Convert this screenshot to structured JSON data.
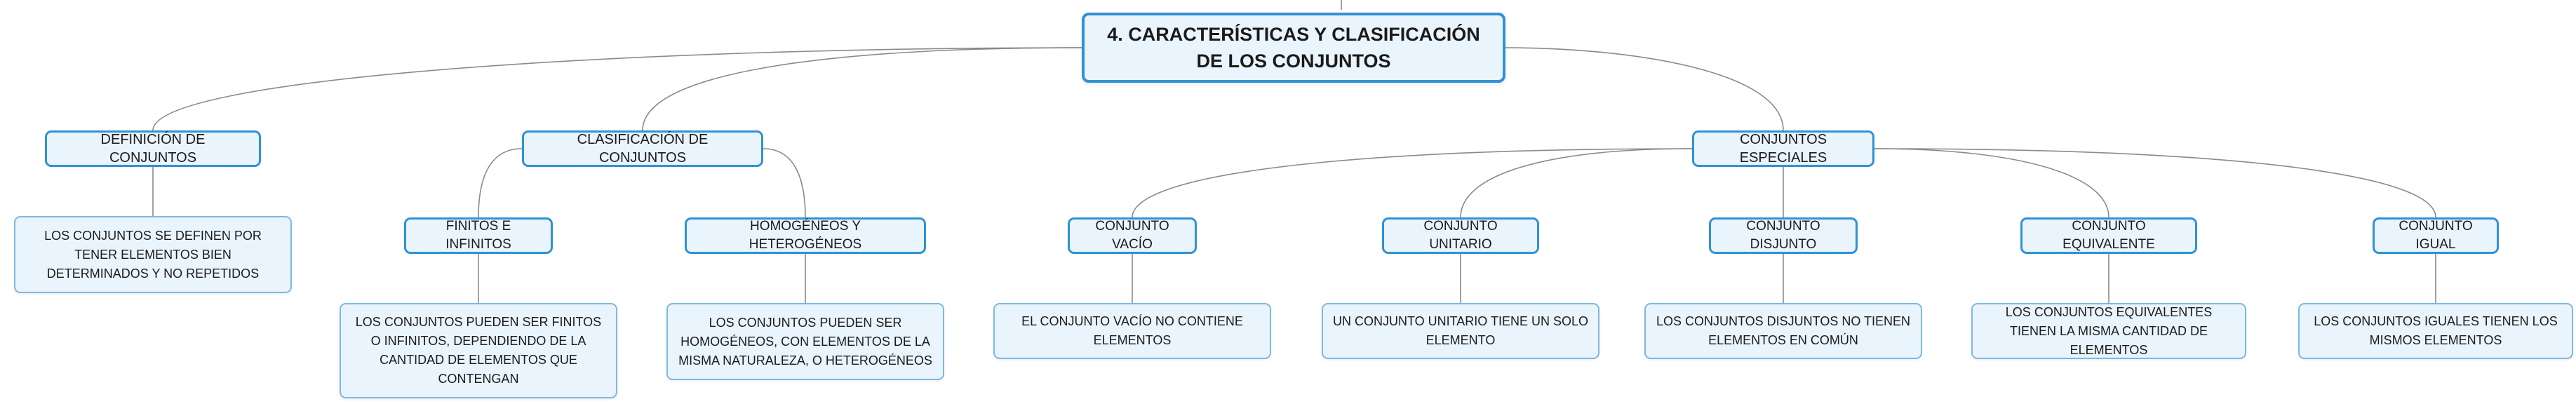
{
  "root": {
    "label": "4. CARACTERÍSTICAS Y CLASIFICACIÓN DE LOS CONJUNTOS"
  },
  "definicion": {
    "label": "DEFINICIÓN DE CONJUNTOS",
    "detail": "LOS CONJUNTOS SE DEFINEN POR TENER ELEMENTOS BIEN DETERMINADOS Y NO REPETIDOS"
  },
  "clasificacion": {
    "label": "CLASIFICACIÓN DE CONJUNTOS",
    "finitos": {
      "label": "FINITOS E INFINITOS",
      "detail": "LOS CONJUNTOS PUEDEN SER FINITOS O INFINITOS, DEPENDIENDO DE LA CANTIDAD DE ELEMENTOS QUE CONTENGAN"
    },
    "homogeneos": {
      "label": "HOMOGÉNEOS Y HETEROGÉNEOS",
      "detail": "LOS CONJUNTOS PUEDEN SER HOMOGÉNEOS, CON ELEMENTOS DE LA MISMA NATURALEZA, O HETEROGÉNEOS"
    }
  },
  "especiales": {
    "label": "CONJUNTOS ESPECIALES",
    "vacio": {
      "label": "CONJUNTO VACÍO",
      "detail": "EL CONJUNTO VACÍO NO CONTIENE ELEMENTOS"
    },
    "unitario": {
      "label": "CONJUNTO UNITARIO",
      "detail": "UN CONJUNTO UNITARIO TIENE UN SOLO ELEMENTO"
    },
    "disjunto": {
      "label": "CONJUNTO DISJUNTO",
      "detail": "LOS CONJUNTOS DISJUNTOS NO TIENEN ELEMENTOS EN COMÚN"
    },
    "equivalente": {
      "label": "CONJUNTO EQUIVALENTE",
      "detail": "LOS CONJUNTOS EQUIVALENTES TIENEN LA MISMA CANTIDAD DE ELEMENTOS"
    },
    "igual": {
      "label": "CONJUNTO IGUAL",
      "detail": "LOS CONJUNTOS IGUALES TIENEN LOS MISMOS ELEMENTOS"
    }
  },
  "colors": {
    "node_fill": "#eaf4fd",
    "node_border": "#2f92d4",
    "leaf_border": "#7cb9e3",
    "connector": "#8a8a8a"
  }
}
